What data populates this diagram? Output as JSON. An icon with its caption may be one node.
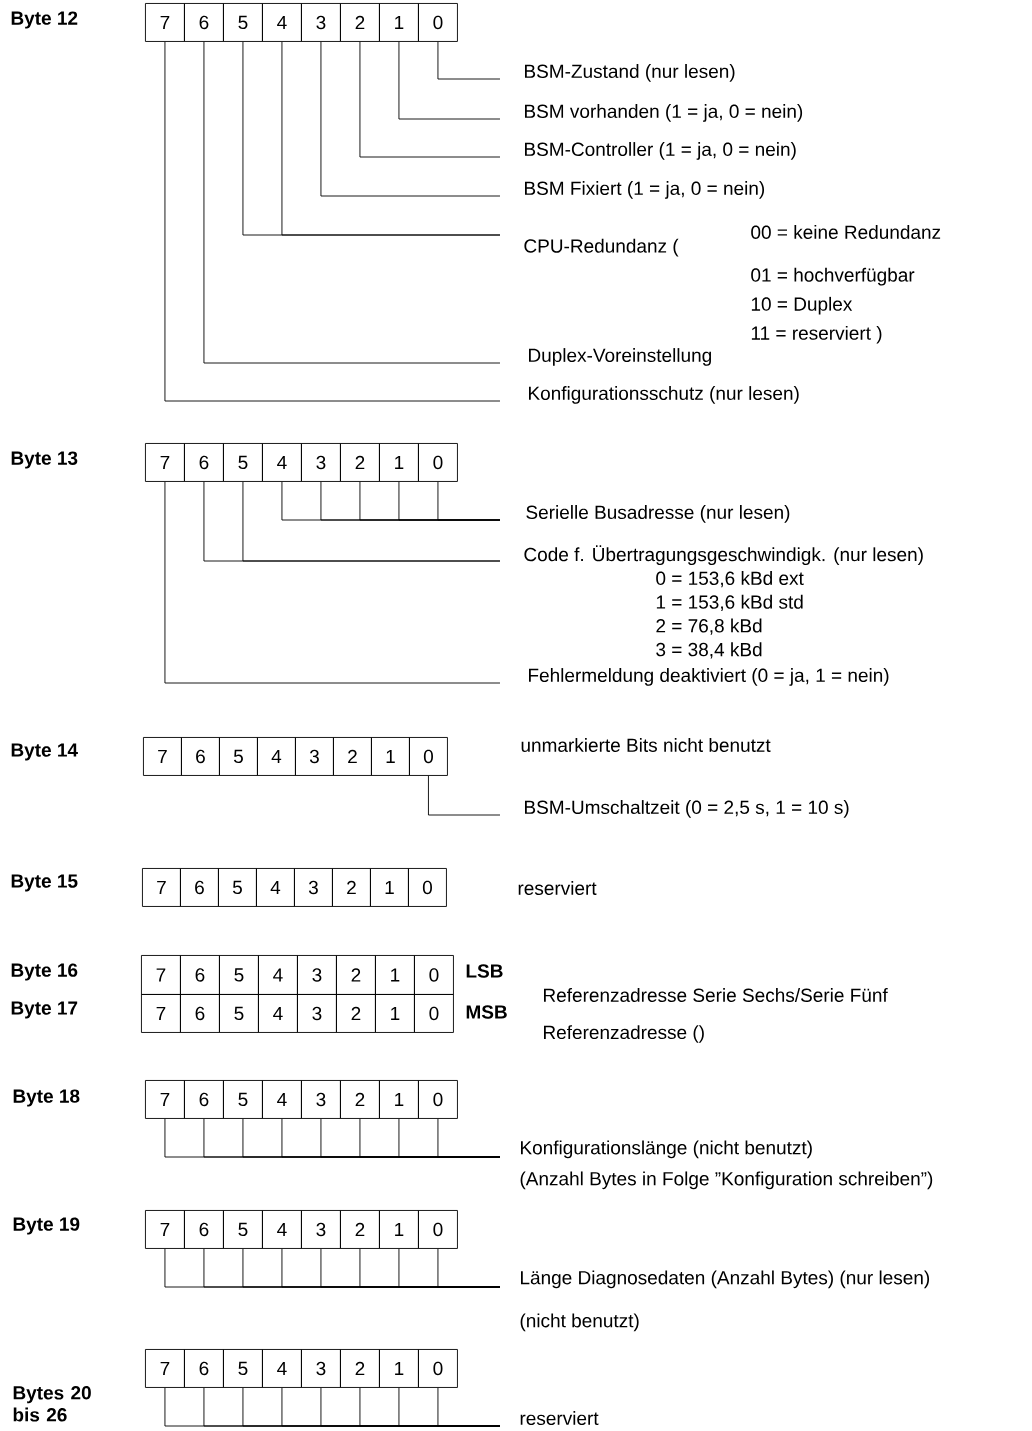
{
  "diagram": {
    "nodes": [
      {
        "text": [
          "7"
        ]
      },
      {
        "text": [
          "6"
        ]
      },
      {
        "text": [
          "5"
        ]
      },
      {
        "text": [
          "4"
        ]
      },
      {
        "text": [
          "3"
        ]
      },
      {
        "text": [
          "2"
        ]
      },
      {
        "text": [
          "1"
        ]
      },
      {
        "text": [
          "0"
        ]
      },
      {
        "text": [
          "BSM-Zustand (nur lesen)"
        ]
      },
      {
        "text": [
          "BSM vorhanden (1 = ja, 0 = nein)"
        ]
      },
      {
        "text": [
          "BSM-Controller (1 = ja, 0 = nein)"
        ]
      },
      {
        "text": [
          "BSM Fixiert (1 = ja, 0 = nein)"
        ]
      },
      {
        "text": [
          "CPU-Redundanz (",
          "00 = keine Redundanz",
          "01 = hochverfügbar",
          "10  = Duplex",
          "11 = reserviert )"
        ]
      },
      {
        "text": [
          "Duplex-Voreinstellung"
        ]
      },
      {
        "text": [
          "Konfigurationsschutz (nur lesen)"
        ]
      },
      {
        "text": [
          "7"
        ]
      },
      {
        "text": [
          "6"
        ]
      },
      {
        "text": [
          "5"
        ]
      },
      {
        "text": [
          "4"
        ]
      },
      {
        "text": [
          "3"
        ]
      },
      {
        "text": [
          "2"
        ]
      },
      {
        "text": [
          "1"
        ]
      },
      {
        "text": [
          "0"
        ]
      },
      {
        "text": [
          "Serielle Busadresse (nur lesen)"
        ]
      },
      {
        "text": [
          "Code f. Übertragungsgeschwindigk. (nur lesen)",
          "0 = 153,6 kBd ext",
          "1 = 153,6 kBd std",
          "2 = 76,8 kBd",
          "3 = 38,4 kBd"
        ]
      },
      {
        "text": [
          "Fehlermeldung deaktiviert (0 = ja, 1 = nein)"
        ]
      },
      {
        "text": [
          "7"
        ]
      },
      {
        "text": [
          "6"
        ]
      },
      {
        "text": [
          "5"
        ]
      },
      {
        "text": [
          "4"
        ]
      },
      {
        "text": [
          "3"
        ]
      },
      {
        "text": [
          "2"
        ]
      },
      {
        "text": [
          "1"
        ]
      },
      {
        "text": [
          "0"
        ]
      },
      {
        "text": [
          "BSM-Umschaltzeit (0 = 2,5 s, 1 = 10 s)"
        ]
      },
      {
        "text": [
          "7"
        ]
      },
      {
        "text": [
          "6"
        ]
      },
      {
        "text": [
          "5"
        ]
      },
      {
        "text": [
          "4"
        ]
      },
      {
        "text": [
          "3"
        ]
      },
      {
        "text": [
          "2"
        ]
      },
      {
        "text": [
          "1"
        ]
      },
      {
        "text": [
          "0"
        ]
      },
      {
        "text": [
          "7"
        ]
      },
      {
        "text": [
          "6"
        ]
      },
      {
        "text": [
          "5"
        ]
      },
      {
        "text": [
          "4"
        ]
      },
      {
        "text": [
          "3"
        ]
      },
      {
        "text": [
          "2"
        ]
      },
      {
        "text": [
          "1"
        ]
      },
      {
        "text": [
          "0"
        ]
      },
      {
        "text": [
          "7"
        ]
      },
      {
        "text": [
          "6"
        ]
      },
      {
        "text": [
          "5"
        ]
      },
      {
        "text": [
          "4"
        ]
      },
      {
        "text": [
          "3"
        ]
      },
      {
        "text": [
          "2"
        ]
      },
      {
        "text": [
          "1"
        ]
      },
      {
        "text": [
          "0"
        ]
      },
      {
        "text": [
          "7"
        ]
      },
      {
        "text": [
          "6"
        ]
      },
      {
        "text": [
          "5"
        ]
      },
      {
        "text": [
          "4"
        ]
      },
      {
        "text": [
          "3"
        ]
      },
      {
        "text": [
          "2"
        ]
      },
      {
        "text": [
          "1"
        ]
      },
      {
        "text": [
          "0"
        ]
      },
      {
        "text": [
          "Konfigurationslänge (nicht benutzt)",
          "(Anzahl Bytes in Folge ”Konfiguration schreiben”)"
        ]
      },
      {
        "text": [
          "7"
        ]
      },
      {
        "text": [
          "6"
        ]
      },
      {
        "text": [
          "5"
        ]
      },
      {
        "text": [
          "4"
        ]
      },
      {
        "text": [
          "3"
        ]
      },
      {
        "text": [
          "2"
        ]
      },
      {
        "text": [
          "1"
        ]
      },
      {
        "text": [
          "0"
        ]
      },
      {
        "text": [
          "Länge Diagnosedaten (Anzahl Bytes) (nur lesen) (nicht benutzt)"
        ]
      },
      {
        "text": [
          "7"
        ]
      },
      {
        "text": [
          "6"
        ]
      },
      {
        "text": [
          "5"
        ]
      },
      {
        "text": [
          "4"
        ]
      },
      {
        "text": [
          "3"
        ]
      },
      {
        "text": [
          "2"
        ]
      },
      {
        "text": [
          "1"
        ]
      },
      {
        "text": [
          "0"
        ]
      },
      {
        "text": [
          "reserviert"
        ]
      }
    ],
    "edges": [
      {
        "from": 7,
        "to": 8,
        "arrow": "none"
      },
      {
        "from": 6,
        "to": 9,
        "arrow": "none"
      },
      {
        "from": 5,
        "to": 10,
        "arrow": "none"
      },
      {
        "from": 4,
        "to": 11,
        "arrow": "none"
      },
      {
        "from": 3,
        "to": 12,
        "arrow": "none"
      },
      {
        "from": 2,
        "to": 12,
        "arrow": "none"
      },
      {
        "from": 1,
        "to": 13,
        "arrow": "none"
      },
      {
        "from": 0,
        "to": 14,
        "arrow": "none"
      },
      {
        "from": 22,
        "to": 23,
        "arrow": "none"
      },
      {
        "from": 21,
        "to": 23,
        "arrow": "none"
      },
      {
        "from": 20,
        "to": 23,
        "arrow": "none"
      },
      {
        "from": 19,
        "to": 23,
        "arrow": "none"
      },
      {
        "from": 18,
        "to": 23,
        "arrow": "none"
      },
      {
        "from": 17,
        "to": 24,
        "arrow": "none"
      },
      {
        "from": 16,
        "to": 24,
        "arrow": "none"
      },
      {
        "from": 15,
        "to": 25,
        "arrow": "none"
      },
      {
        "from": 33,
        "to": 34,
        "arrow": "none"
      },
      {
        "from": 59,
        "to": 67,
        "arrow": "none"
      },
      {
        "from": 60,
        "to": 67,
        "arrow": "none"
      },
      {
        "from": 61,
        "to": 67,
        "arrow": "none"
      },
      {
        "from": 62,
        "to": 67,
        "arrow": "none"
      },
      {
        "from": 63,
        "to": 67,
        "arrow": "none"
      },
      {
        "from": 64,
        "to": 67,
        "arrow": "none"
      },
      {
        "from": 65,
        "to": 67,
        "arrow": "none"
      },
      {
        "from": 66,
        "to": 67,
        "arrow": "none"
      },
      {
        "from": 68,
        "to": 76,
        "arrow": "none"
      },
      {
        "from": 69,
        "to": 76,
        "arrow": "none"
      },
      {
        "from": 70,
        "to": 76,
        "arrow": "none"
      },
      {
        "from": 71,
        "to": 76,
        "arrow": "none"
      },
      {
        "from": 72,
        "to": 76,
        "arrow": "none"
      },
      {
        "from": 73,
        "to": 76,
        "arrow": "none"
      },
      {
        "from": 74,
        "to": 76,
        "arrow": "none"
      },
      {
        "from": 75,
        "to": 76,
        "arrow": "none"
      },
      {
        "from": 77,
        "to": 85,
        "arrow": "none"
      },
      {
        "from": 78,
        "to": 85,
        "arrow": "none"
      },
      {
        "from": 79,
        "to": 85,
        "arrow": "none"
      },
      {
        "from": 80,
        "to": 85,
        "arrow": "none"
      },
      {
        "from": 81,
        "to": 85,
        "arrow": "none"
      },
      {
        "from": 82,
        "to": 85,
        "arrow": "none"
      },
      {
        "from": 83,
        "to": 85,
        "arrow": "none"
      },
      {
        "from": 84,
        "to": 85,
        "arrow": "none"
      }
    ],
    "labels": [
      "Byte 12",
      "Byte 13",
      "Byte 14",
      "unmarkierte Bits nicht benutzt",
      "Byte 15",
      "reserviert",
      "Byte 16",
      "LSB",
      "Referenzadresse Serie Sechs/Serie Fünf",
      "Byte 17",
      "MSB",
      "Referenzadresse ()",
      "Byte 18",
      "Byte 19",
      "Bytes 20 bis 26"
    ]
  }
}
